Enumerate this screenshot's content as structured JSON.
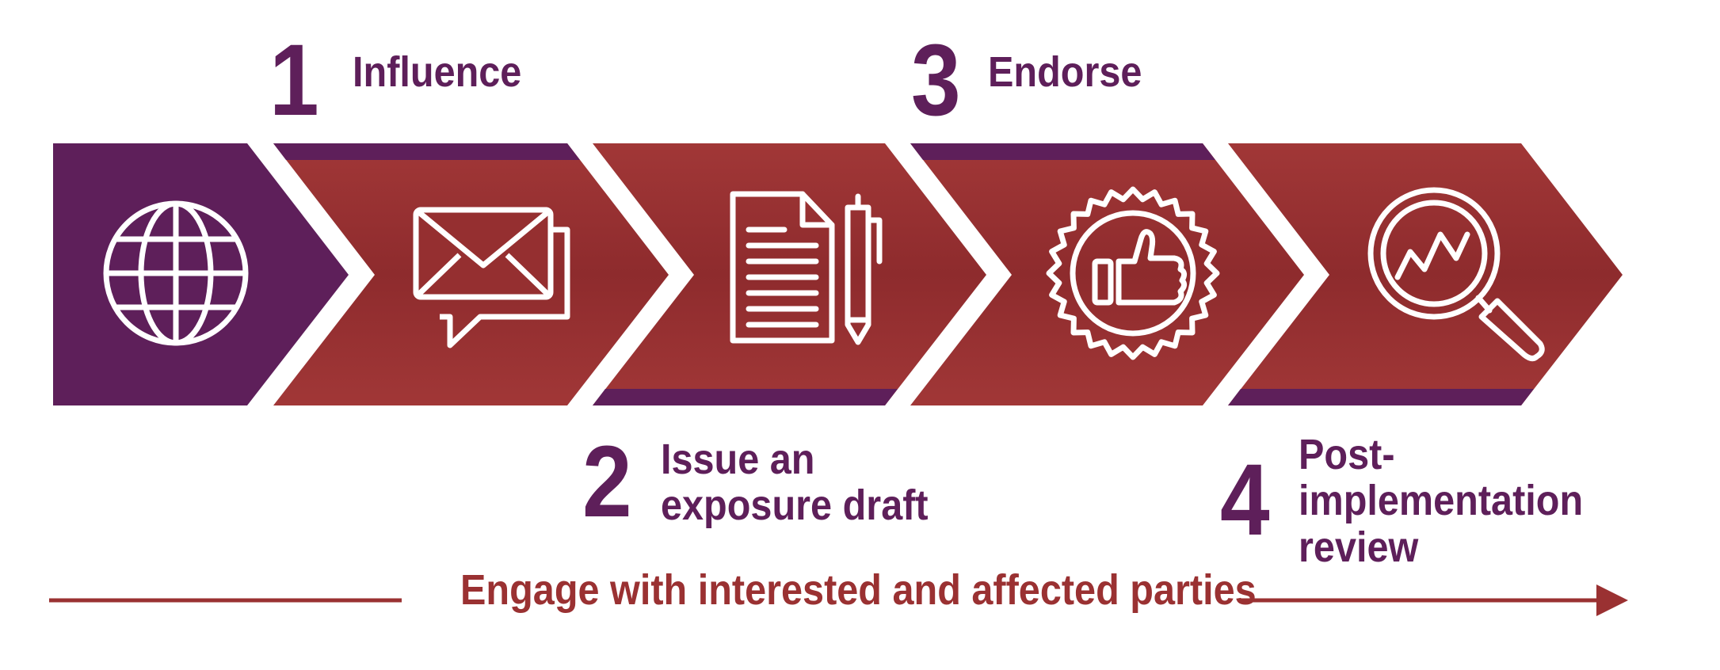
{
  "steps": [
    {
      "number": "1",
      "label": "Influence",
      "icon": "envelope-chat-icon"
    },
    {
      "number": "2",
      "label": "Issue an\nexposure draft",
      "icon": "document-pen-icon"
    },
    {
      "number": "3",
      "label": "Endorse",
      "icon": "thumbs-up-badge-icon"
    },
    {
      "number": "4",
      "label": "Post-implementation\nreview",
      "icon": "magnifier-chart-icon"
    }
  ],
  "start_icon": "globe-icon",
  "footer": {
    "text": "Engage with interested and affected parties"
  },
  "colors": {
    "purple": "#5e1f5a",
    "red": "#9a3132",
    "red_dark": "#8c2a2c",
    "white": "#ffffff"
  }
}
